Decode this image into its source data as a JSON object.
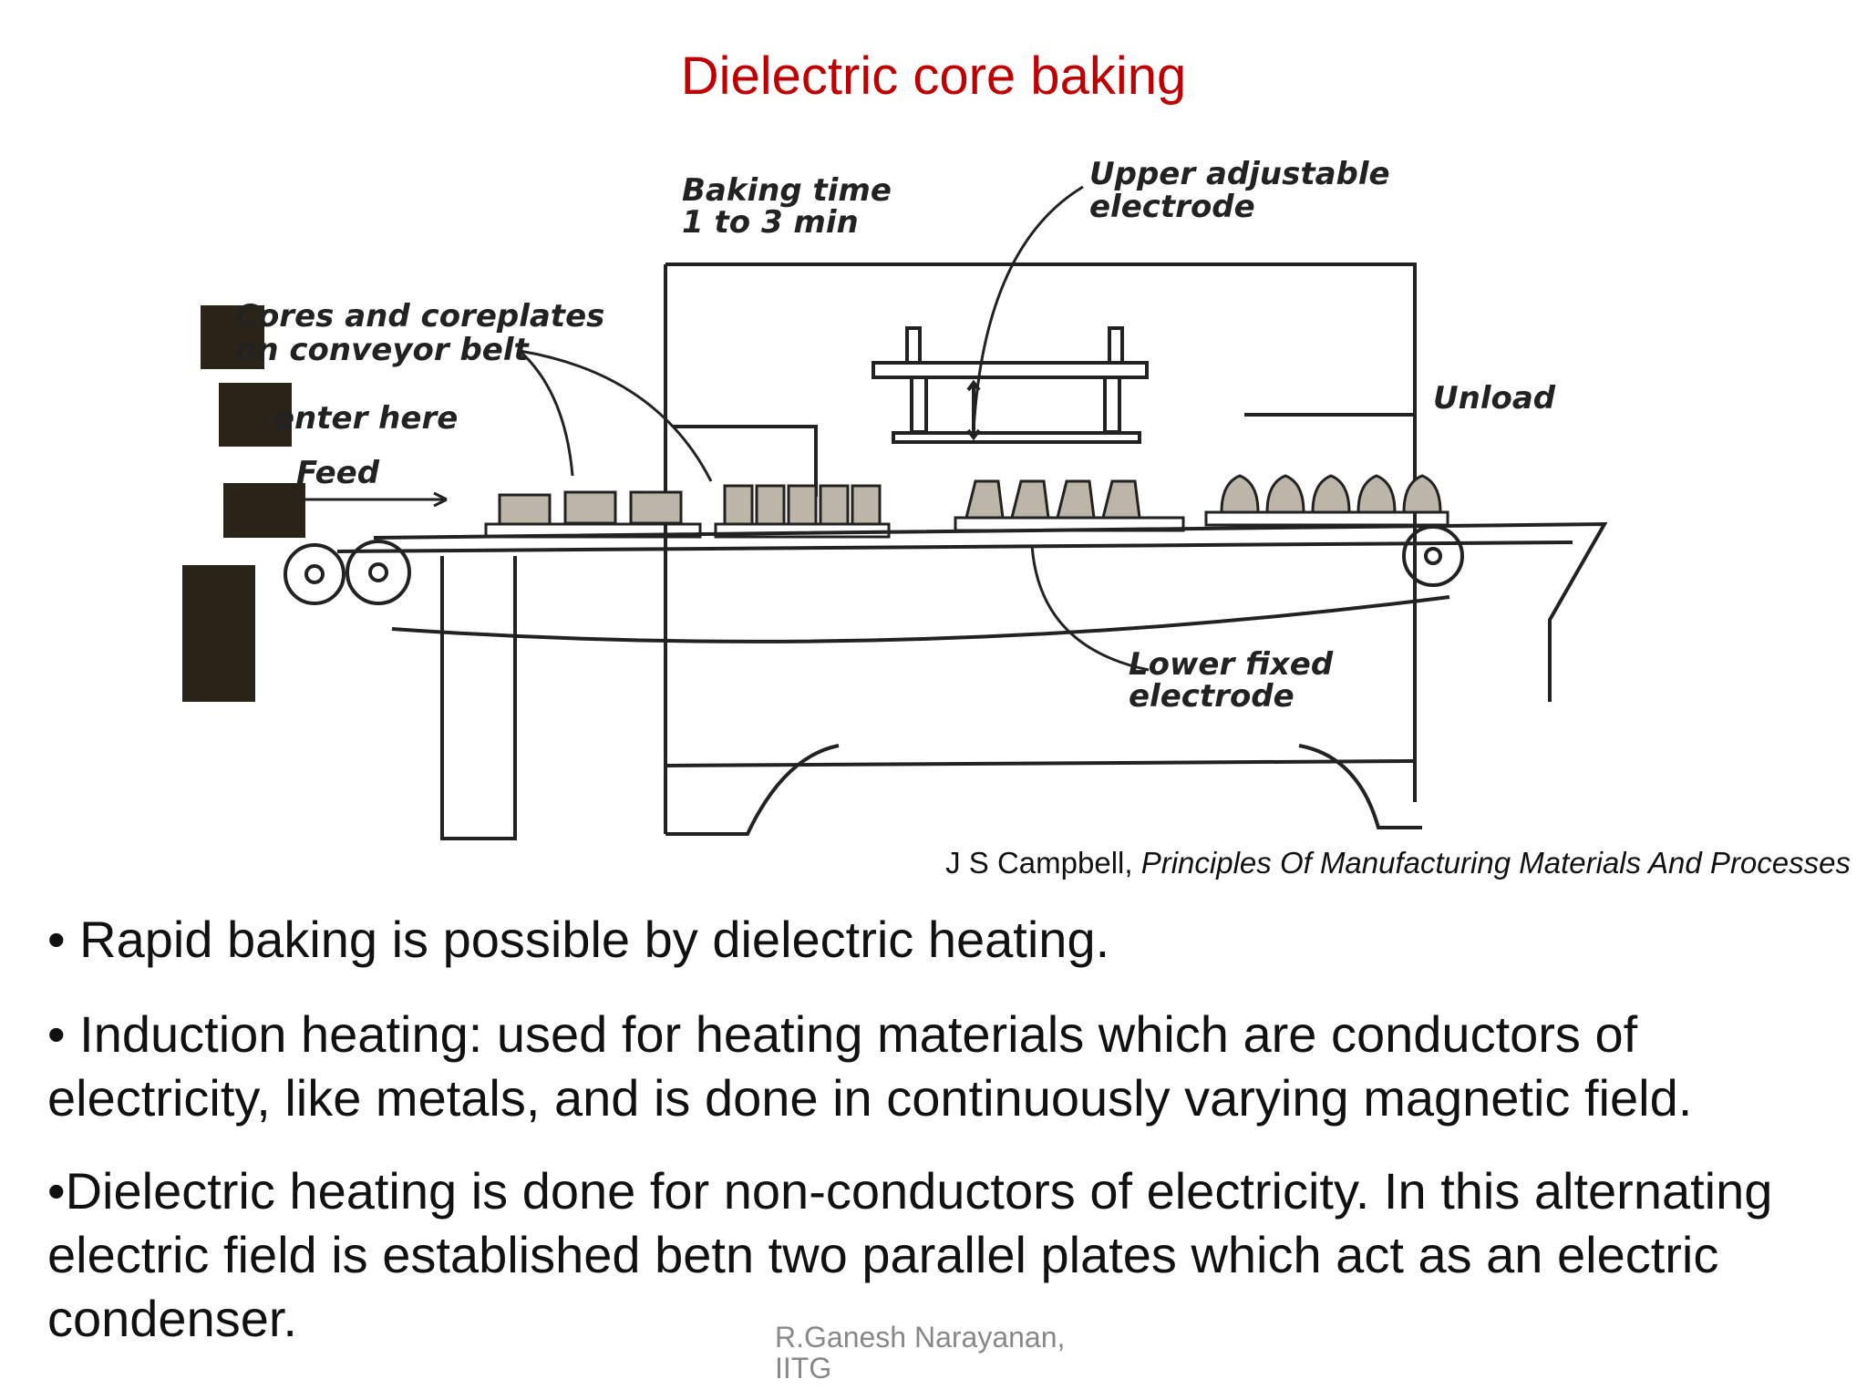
{
  "slide": {
    "title": "Dielectric core baking",
    "figure": {
      "labels": {
        "baking_time_1": "Baking time",
        "baking_time_2": "1 to 3 min",
        "upper_electrode_1": "Upper adjustable",
        "upper_electrode_2": "electrode",
        "cores_1": "Cores and coreplates",
        "cores_2": "on conveyor belt",
        "enter": "enter here",
        "feed": "Feed",
        "unload": "Unload",
        "lower_electrode_1": "Lower fixed",
        "lower_electrode_2": "electrode"
      }
    },
    "citation": {
      "author": "J S Campbell, ",
      "book": "Principles Of Manufacturing Materials And Processes"
    },
    "bullets": [
      "• Rapid baking is possible by dielectric heating.",
      "• Induction heating: used for heating materials which are conductors of electricity, like metals, and is done in continuously varying magnetic field.",
      "•Dielectric heating is done for non-conductors of electricity. In this alternating electric field is established betn two parallel plates which act as an electric condenser."
    ],
    "footer": {
      "line1": "R.Ganesh Narayanan,",
      "line2": "IITG"
    }
  }
}
